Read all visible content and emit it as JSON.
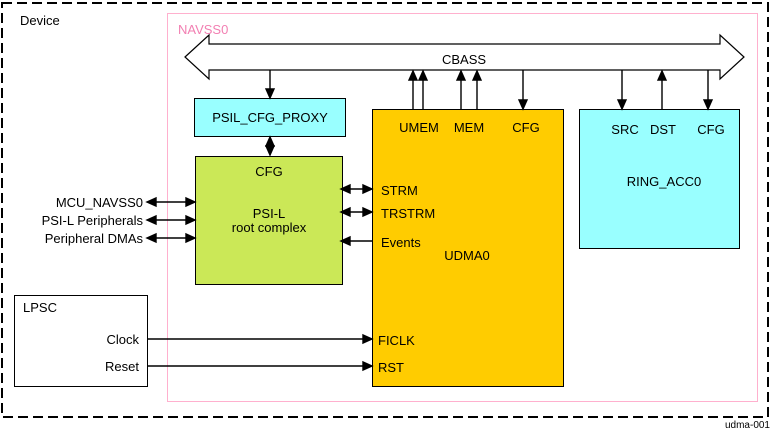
{
  "device_label": "Device",
  "figure_id": "udma-001",
  "navss": {
    "label": "NAVSS0"
  },
  "cbass": {
    "label": "CBASS"
  },
  "external": {
    "mcu_navss0": "MCU_NAVSS0",
    "psil_peripherals": "PSI-L Peripherals",
    "peripheral_dmas": "Peripheral DMAs"
  },
  "psil_cfg_proxy": {
    "title": "PSIL_CFG_PROXY"
  },
  "psil_root_complex": {
    "cfg_port": "CFG",
    "title_line1": "PSI-L",
    "title_line2": "root complex"
  },
  "udma0": {
    "title": "UDMA0",
    "ports": {
      "umem": "UMEM",
      "mem": "MEM",
      "cfg": "CFG",
      "strm": "STRM",
      "trstrm": "TRSTRM",
      "events": "Events",
      "ficlk": "FICLK",
      "rst": "RST"
    }
  },
  "ring_acc0": {
    "title": "RING_ACC0",
    "ports": {
      "src": "SRC",
      "dst": "DST",
      "cfg": "CFG"
    }
  },
  "lpsc": {
    "title": "LPSC",
    "clock": "Clock",
    "reset": "Reset"
  },
  "colors": {
    "udma_fill": "#FFCC00",
    "cyan_fill": "#99FFFF",
    "green_fill": "#CBE857",
    "navss_border": "#FFB0CE",
    "navss_text": "#F27FB2",
    "wire": "#000000"
  }
}
